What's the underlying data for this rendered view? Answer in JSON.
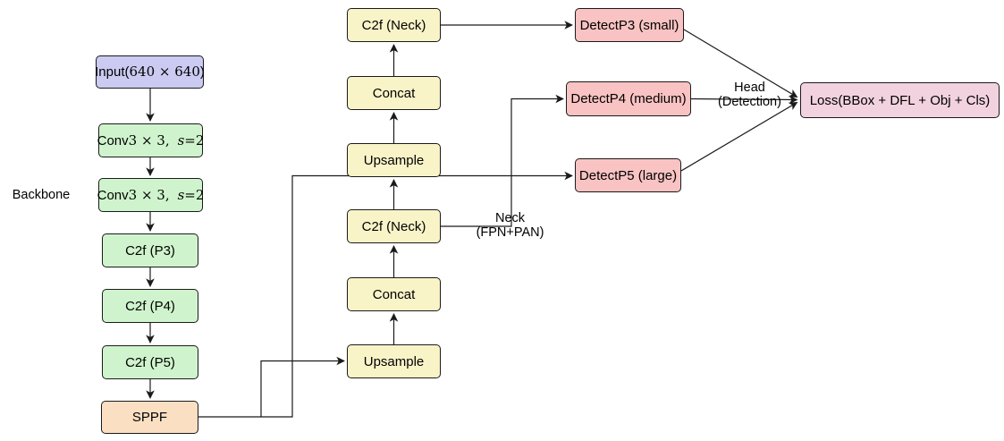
{
  "colors": {
    "input_fill": "#cbcbf2",
    "backbone_fill": "#cff4cd",
    "neck_fill": "#f9f4c8",
    "head_fill": "#f9c3c3",
    "sppf_fill": "#fbdfc3",
    "loss_fill": "#f2d2de",
    "line": "#1a1a1a"
  },
  "labels": {
    "backbone": "Backbone",
    "neck": [
      "Neck",
      "(FPN+PAN)"
    ],
    "head": [
      "Head",
      "(Detection)"
    ]
  },
  "nodes": {
    "input": {
      "pre": "Input(",
      "math": "640 × 640",
      "post": ")"
    },
    "conv1": {
      "pre": "Conv",
      "math": "3 × 3, ",
      "mathit": "s",
      "post_math": "=2"
    },
    "conv2": {
      "pre": "Conv",
      "math": "3 × 3, ",
      "mathit": "s",
      "post_math": "=2"
    },
    "c2f_p3": {
      "label": "C2f (P3)"
    },
    "c2f_p4": {
      "label": "C2f (P4)"
    },
    "c2f_p5": {
      "label": "C2f (P5)"
    },
    "sppf": {
      "label": "SPPF"
    },
    "c2f_neck_top": {
      "label": "C2f (Neck)"
    },
    "concat_top": {
      "label": "Concat"
    },
    "upsample_top": {
      "label": "Upsample"
    },
    "c2f_neck_bot": {
      "label": "C2f (Neck)"
    },
    "concat_bot": {
      "label": "Concat"
    },
    "upsample_bot": {
      "label": "Upsample"
    },
    "detect_p3": {
      "label": "DetectP3 (small)"
    },
    "detect_p4": {
      "label": "DetectP4 (medium)"
    },
    "detect_p5": {
      "label": "DetectP5 (large)"
    },
    "loss": {
      "label": "Loss(BBox + DFL + Obj + Cls)"
    }
  }
}
